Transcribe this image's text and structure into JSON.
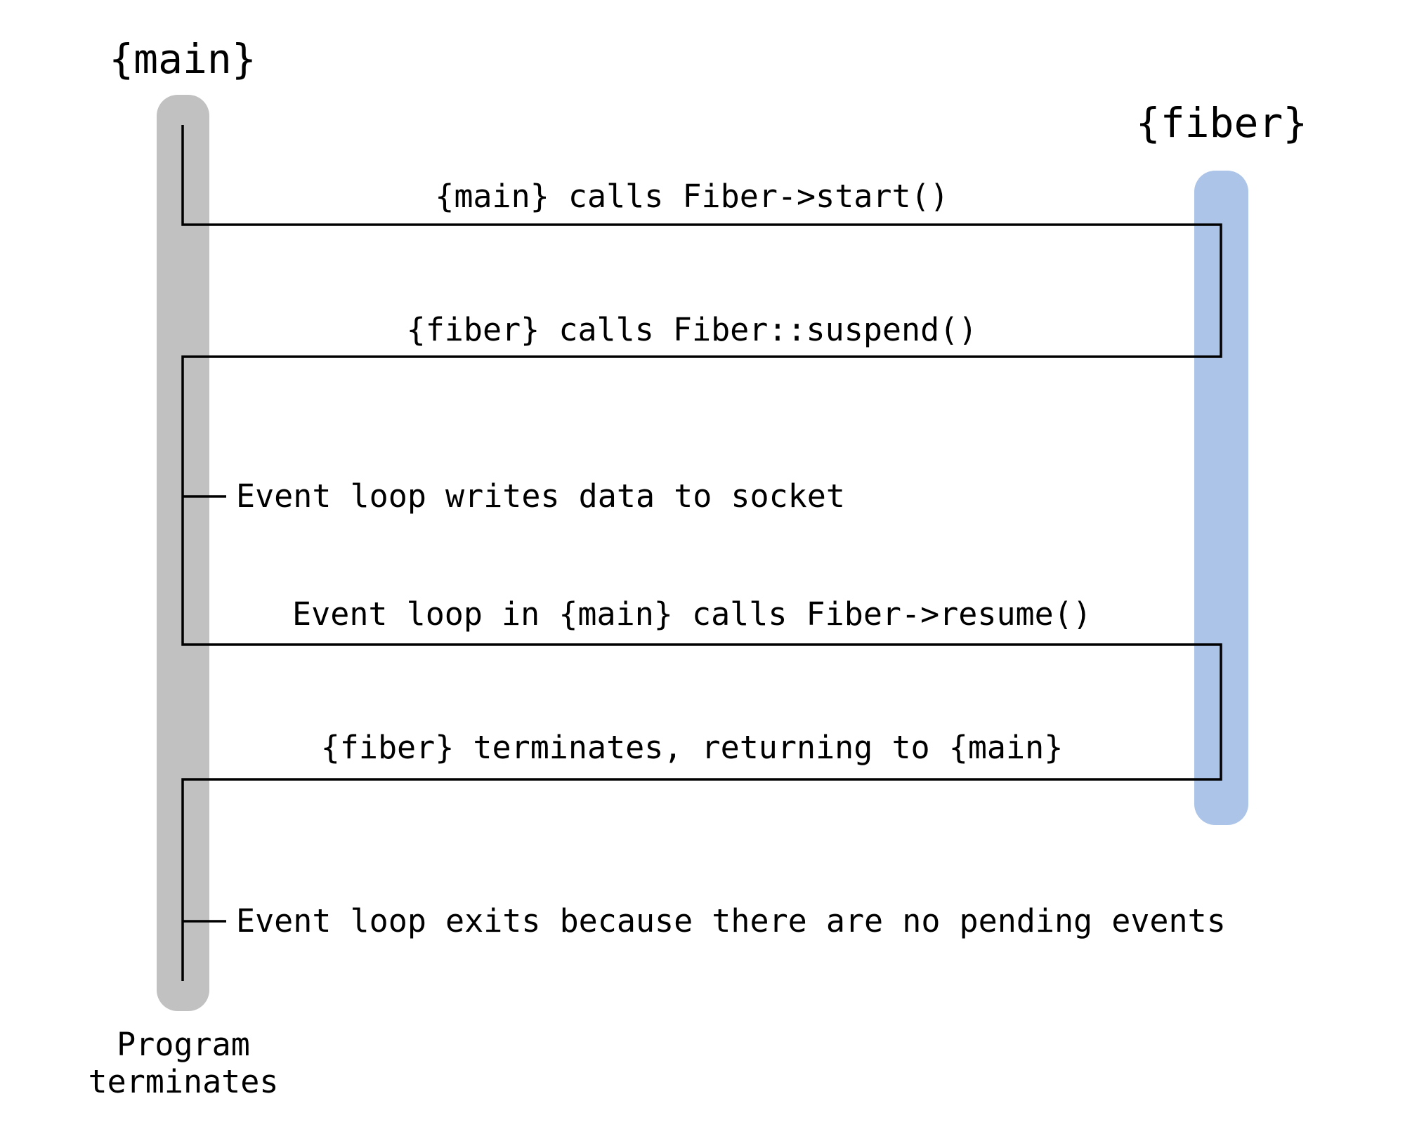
{
  "diagram": {
    "lifelines": {
      "main": {
        "label": "{main}"
      },
      "fiber": {
        "label": "{fiber}"
      }
    },
    "messages": {
      "start_call": {
        "text": "{main} calls Fiber->start()",
        "from": "main",
        "to": "fiber"
      },
      "suspend_call": {
        "text": "{fiber} calls Fiber::suspend()",
        "from": "fiber",
        "to": "main"
      },
      "resume_call": {
        "text": "Event loop in {main} calls Fiber->resume()",
        "from": "main",
        "to": "fiber"
      },
      "terminate_return": {
        "text": "{fiber} terminates, returning to {main}",
        "from": "fiber",
        "to": "main"
      }
    },
    "notes": {
      "socket_write": {
        "text": "Event loop writes data to socket"
      },
      "loop_exit": {
        "text": "Event loop exits because there are no pending events"
      }
    },
    "footer": {
      "text": "Program\nterminates"
    },
    "colors": {
      "main_bar": "#c1c1c1",
      "fiber_bar": "#abc4e8",
      "flow_line": "#000000"
    }
  }
}
